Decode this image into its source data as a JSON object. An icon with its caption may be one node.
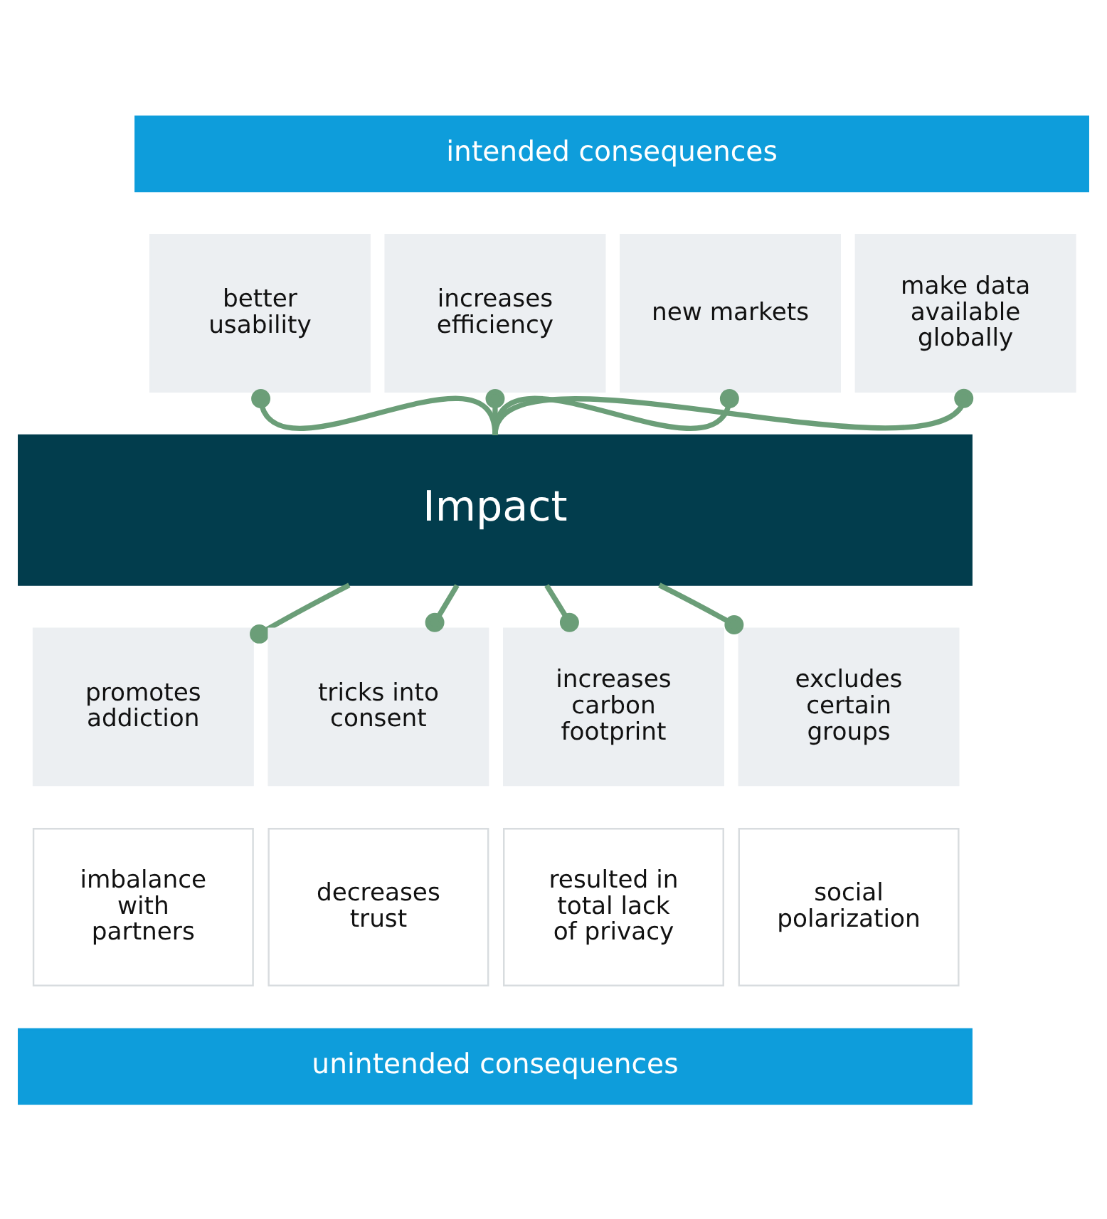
{
  "diagram": {
    "nodes": [
      {
        "text": [
          "intended consequences"
        ]
      },
      {
        "text": [
          "better usability"
        ]
      },
      {
        "text": [
          "increases efficiency"
        ]
      },
      {
        "text": [
          "new markets"
        ]
      },
      {
        "text": [
          "make data available globally"
        ]
      },
      {
        "text": [
          "Impact"
        ]
      },
      {
        "text": [
          "promotes addiction"
        ]
      },
      {
        "text": [
          "tricks into consent"
        ]
      },
      {
        "text": [
          "increases carbon footprint"
        ]
      },
      {
        "text": [
          "excludes certain groups"
        ]
      },
      {
        "text": [
          "imbalance with partners"
        ]
      },
      {
        "text": [
          "decreases trust"
        ]
      },
      {
        "text": [
          "resulted in total lack of privacy"
        ]
      },
      {
        "text": [
          "social polarization"
        ]
      },
      {
        "text": [
          "unintended consequences"
        ]
      }
    ],
    "edges": [
      {
        "from": 5,
        "to": 1,
        "arrow": "other"
      },
      {
        "from": 5,
        "to": 2,
        "arrow": "other"
      },
      {
        "from": 5,
        "to": 3,
        "arrow": "other"
      },
      {
        "from": 5,
        "to": 4,
        "arrow": "other"
      },
      {
        "from": 5,
        "to": 6,
        "arrow": "other"
      },
      {
        "from": 5,
        "to": 7,
        "arrow": "other"
      },
      {
        "from": 5,
        "to": 8,
        "arrow": "other"
      },
      {
        "from": 5,
        "to": 9,
        "arrow": "other"
      }
    ]
  }
}
